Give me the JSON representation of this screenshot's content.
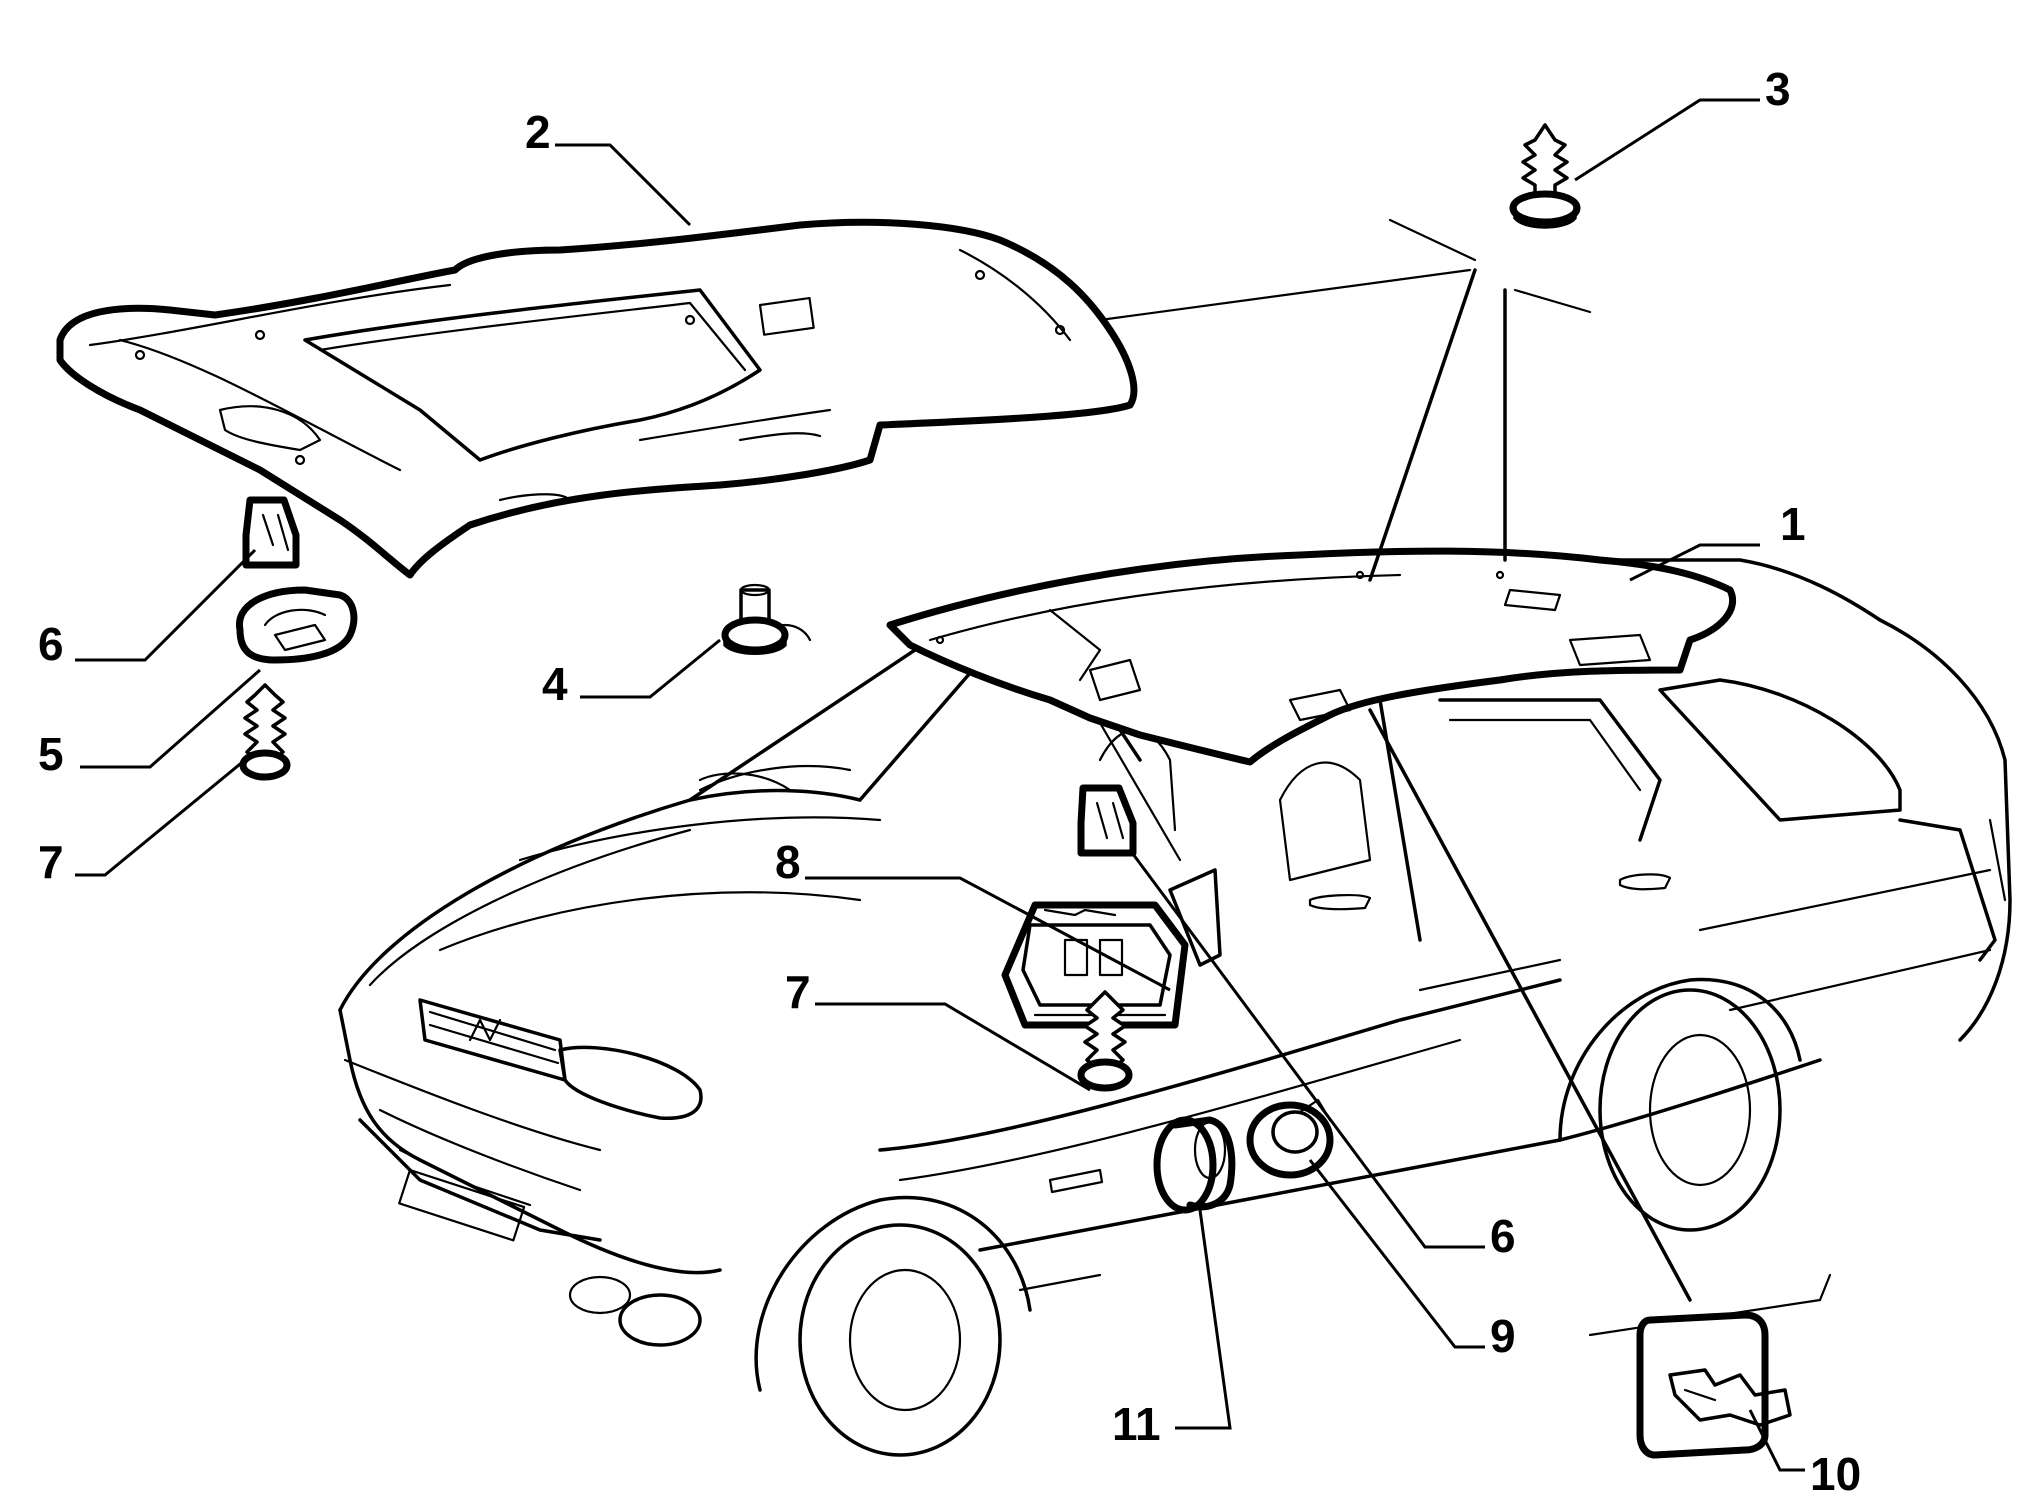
{
  "callouts": [
    {
      "id": "1",
      "text": "1"
    },
    {
      "id": "2",
      "text": "2"
    },
    {
      "id": "3",
      "text": "3"
    },
    {
      "id": "4",
      "text": "4"
    },
    {
      "id": "5",
      "text": "5"
    },
    {
      "id": "6a",
      "text": "6"
    },
    {
      "id": "6b",
      "text": "6"
    },
    {
      "id": "7a",
      "text": "7"
    },
    {
      "id": "7b",
      "text": "7"
    },
    {
      "id": "8",
      "text": "8"
    },
    {
      "id": "9",
      "text": "9"
    },
    {
      "id": "10",
      "text": "10"
    },
    {
      "id": "11",
      "text": "11"
    }
  ]
}
